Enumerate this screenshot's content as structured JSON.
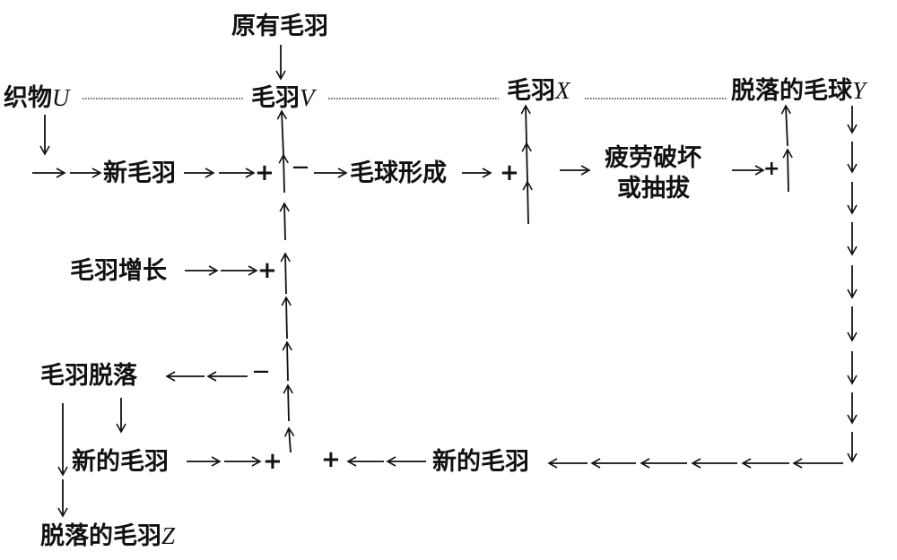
{
  "nodes": {
    "original_fuzz": "原有毛羽",
    "fabric": {
      "text": "织物",
      "var": "U"
    },
    "fuzz_v": {
      "text": "毛羽",
      "var": "V"
    },
    "fuzz_x": {
      "text": "毛羽",
      "var": "X"
    },
    "pill_y": {
      "text": "脱落的毛球",
      "var": "Y"
    },
    "new_fuzz": "新毛羽",
    "pill_formation": "毛球形成",
    "fatigue_line1": "疲劳破坏",
    "fatigue_line2": "或抽拔",
    "fuzz_growth": "毛羽增长",
    "fuzz_shedding": "毛羽脱落",
    "new_fuzz_left": "新的毛羽",
    "new_fuzz_bottom": "新的毛羽",
    "shed_fuzz_z": {
      "text": "脱落的毛羽",
      "var": "Z"
    }
  },
  "signs": {
    "plus": "+",
    "minus": "—"
  }
}
